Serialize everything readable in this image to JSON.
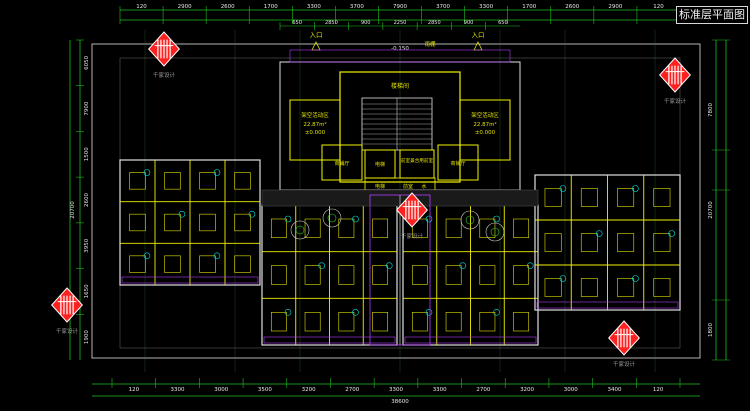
{
  "title": "标准层平面图",
  "top_dims_row1": [
    "120",
    "2900",
    "2600",
    "1700",
    "3300",
    "3700",
    "7900",
    "3700",
    "3300",
    "1700",
    "2600",
    "2900",
    "120"
  ],
  "top_dims_row2": [
    "650",
    "2850",
    "900",
    "2250",
    "2850",
    "900",
    "650"
  ],
  "bottom_dims": [
    "120",
    "3300",
    "3000",
    "3500",
    "3200",
    "2700",
    "3300",
    "3300",
    "2700",
    "3200",
    "3000",
    "3400",
    "120"
  ],
  "bottom_total": "38600",
  "left_dims": [
    "6050",
    "7900",
    "1500",
    "2600",
    "3950",
    "1650",
    "1900"
  ],
  "left_total": "20700",
  "right_dims": [
    "7800",
    "20700",
    "1800"
  ],
  "entrances": [
    "入口",
    "入口"
  ],
  "level_mark": "-0.150",
  "canopy": "雨棚",
  "rooms": {
    "lobby_left": "架空活动区",
    "lobby_left_area": "22.87m²",
    "lobby_left_level": "±0.000",
    "lobby_right": "架空活动区",
    "lobby_right_area": "22.87m²",
    "lobby_right_level": "±0.000",
    "stair": "楼梯间",
    "shop_left": "商铺厅",
    "shop_right": "商铺厅",
    "core_a": "电梯",
    "core_b": "前室兼合用前室",
    "hall_a": "电梯",
    "hall_b": "前室",
    "hall_c": "水"
  },
  "logo_text": "千家设计",
  "colors": {
    "wall": "#f2f200",
    "dim": "#1fc01f",
    "outline": "#e0e0e0",
    "furniture": "#e2e200",
    "purple": "#b23cff",
    "cyan": "#00e0e0",
    "red": "#ff2020",
    "grid": "#3a7a3a"
  }
}
